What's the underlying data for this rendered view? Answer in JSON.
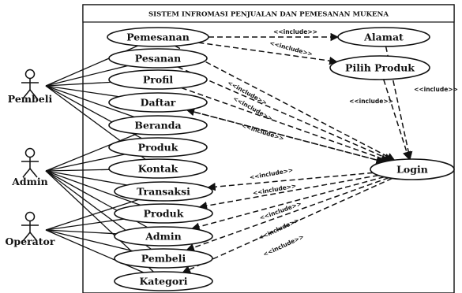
{
  "title": "SISTEM INFROMASI PENJUALAN DAN PEMESANAN MUKENA",
  "actors": [
    {
      "id": "pembeli",
      "label": "Pembeli"
    },
    {
      "id": "admin",
      "label": "Admin"
    },
    {
      "id": "operator",
      "label": "Operator"
    }
  ],
  "use_cases": [
    {
      "id": "pemesanan",
      "label": "Pemesanan"
    },
    {
      "id": "pesanan",
      "label": "Pesanan"
    },
    {
      "id": "profil",
      "label": "Profil"
    },
    {
      "id": "daftar",
      "label": "Daftar"
    },
    {
      "id": "beranda",
      "label": "Beranda"
    },
    {
      "id": "produk1",
      "label": "Produk"
    },
    {
      "id": "kontak",
      "label": "Kontak"
    },
    {
      "id": "transaksi",
      "label": "Transaksi"
    },
    {
      "id": "produk2",
      "label": "Produk"
    },
    {
      "id": "admin_uc",
      "label": "Admin"
    },
    {
      "id": "pembeli_uc",
      "label": "Pembeli"
    },
    {
      "id": "kategori",
      "label": "Kategori"
    },
    {
      "id": "alamat",
      "label": "Alamat"
    },
    {
      "id": "pilih_produk",
      "label": "Pilih Produk"
    },
    {
      "id": "login",
      "label": "Login"
    }
  ],
  "associations": [
    [
      "pembeli",
      "pemesanan"
    ],
    [
      "pembeli",
      "pesanan"
    ],
    [
      "pembeli",
      "profil"
    ],
    [
      "pembeli",
      "daftar"
    ],
    [
      "pembeli",
      "beranda"
    ],
    [
      "pembeli",
      "produk1"
    ],
    [
      "pembeli",
      "kontak"
    ],
    [
      "admin",
      "beranda"
    ],
    [
      "admin",
      "produk1"
    ],
    [
      "admin",
      "kontak"
    ],
    [
      "admin",
      "transaksi"
    ],
    [
      "admin",
      "produk2"
    ],
    [
      "admin",
      "admin_uc"
    ],
    [
      "admin",
      "pembeli_uc"
    ],
    [
      "admin",
      "kategori"
    ],
    [
      "operator",
      "transaksi"
    ],
    [
      "operator",
      "produk2"
    ],
    [
      "operator",
      "admin_uc"
    ],
    [
      "operator",
      "pembeli_uc"
    ],
    [
      "operator",
      "kategori"
    ]
  ],
  "includes": [
    {
      "from": "pemesanan",
      "to": "alamat",
      "label": "<<include>>"
    },
    {
      "from": "pemesanan",
      "to": "pilih_produk",
      "label": "<<include>>"
    },
    {
      "from": "pilih_produk",
      "to": "login",
      "label": "<<include>>"
    },
    {
      "from": "alamat",
      "to": "login",
      "label": "<<include>>"
    },
    {
      "from": "pemesanan",
      "to": "login",
      "label": ""
    },
    {
      "from": "pesanan",
      "to": "login",
      "label": ""
    },
    {
      "from": "profil",
      "to": "login",
      "label": "<<include>>"
    },
    {
      "from": "login",
      "to": "daftar",
      "label": "<<include>>"
    },
    {
      "from": "daftar",
      "to": "login",
      "label": "<<include>>"
    },
    {
      "from": "login",
      "to": "transaksi",
      "label": "<<include>>"
    },
    {
      "from": "login",
      "to": "produk2",
      "label": "<<include>>"
    },
    {
      "from": "login",
      "to": "admin_uc",
      "label": "<<include>>"
    },
    {
      "from": "login",
      "to": "pembeli_uc",
      "label": "<<include>>"
    },
    {
      "from": "login",
      "to": "kategori",
      "label": "<<include>>"
    }
  ]
}
